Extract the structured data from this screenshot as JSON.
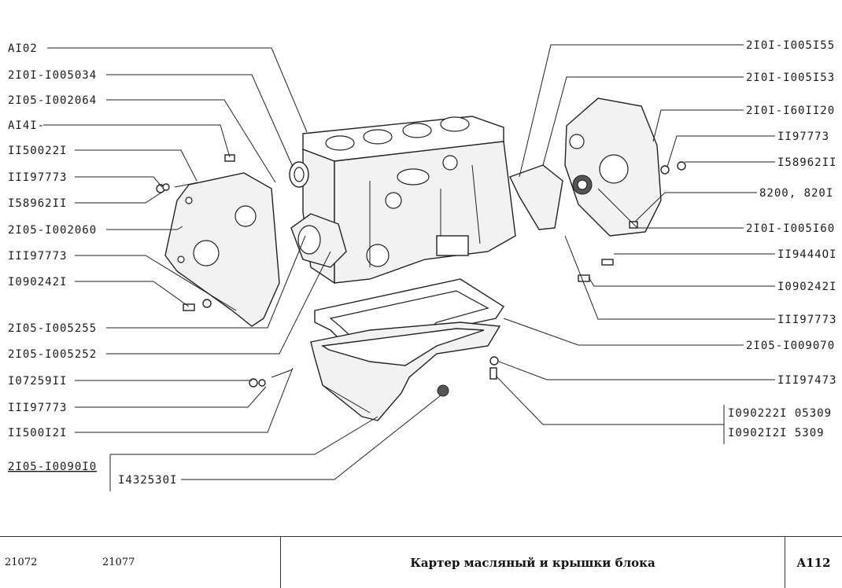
{
  "labels_left": [
    "AI02",
    "2I0I-I005034",
    "2I05-I002064",
    "AI4I-",
    "II50022I",
    "III97773",
    "I58962II",
    "2I05-I002060",
    "III97773",
    "I090242I",
    "2I05-I005255",
    "2I05-I005252",
    "I07259II",
    "III97773",
    "II500I2I",
    "2I05-I0090I0",
    "I432530I"
  ],
  "labels_right": [
    "2I0I-I005I55",
    "2I0I-I005I53",
    "2I0I-I60II20",
    "II97773",
    "I58962II",
    "8200, 820I",
    "2I0I-I005I60",
    "II9444OI",
    "I090242I",
    "III97773",
    "2I05-I009070",
    "III97473",
    "I090222I  05309",
    "I0902I2I   5309"
  ],
  "footer": {
    "model1": "21072",
    "model2": "21077",
    "title": "Картер масляный и крышки блока",
    "code": "A112"
  }
}
